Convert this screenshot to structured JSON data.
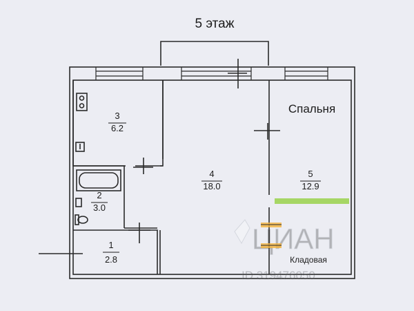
{
  "floor_title": "5 этаж",
  "rooms": [
    {
      "number": "3",
      "area": "6.2"
    },
    {
      "number": "4",
      "area": "18.0"
    },
    {
      "number": "5",
      "area": "12.9"
    },
    {
      "number": "2",
      "area": "3.0"
    },
    {
      "number": "1",
      "area": "2.8"
    }
  ],
  "labels": {
    "bedroom": "Спальня",
    "storage": "Кладовая"
  },
  "watermark": "ЦИАН",
  "watermark_id": "ID 319476050",
  "colors": {
    "background": "#ecedf3",
    "wall": "#2a2a2a",
    "marker_green": "#9ad14b",
    "marker_orange": "#f5b33c"
  }
}
